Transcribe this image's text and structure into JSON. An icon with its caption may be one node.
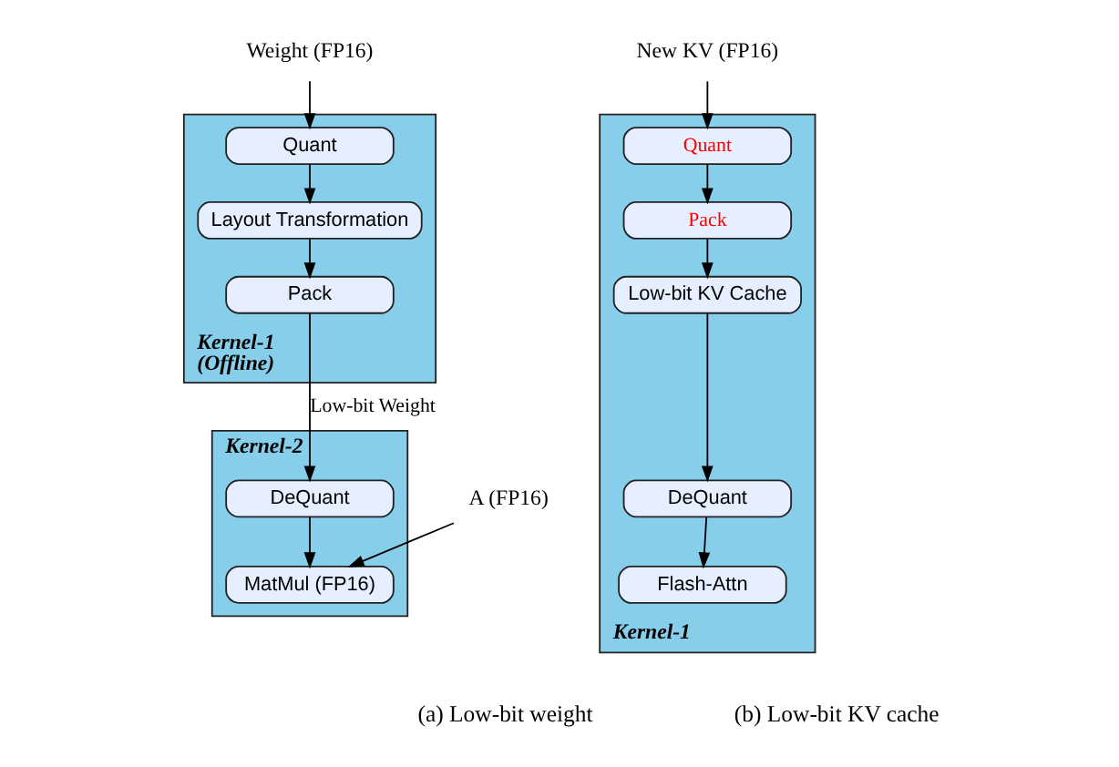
{
  "diagram": {
    "nodes": [
      {
        "text": [
          "Weight (FP16)"
        ]
      },
      {
        "text": [
          "Kernel-1 (Offline)"
        ]
      },
      {
        "text": [
          "Quant"
        ],
        "in": 1
      },
      {
        "text": [
          "Layout Transformation"
        ],
        "in": 1
      },
      {
        "text": [
          "Pack"
        ],
        "in": 1
      },
      {
        "text": [
          "Kernel-2"
        ]
      },
      {
        "text": [
          "DeQuant"
        ],
        "in": 5
      },
      {
        "text": [
          "MatMul (FP16)"
        ],
        "in": 5
      },
      {
        "text": [
          "A (FP16)"
        ]
      },
      {
        "text": [
          "New KV (FP16)"
        ]
      },
      {
        "text": [
          "Kernel-1"
        ]
      },
      {
        "text": [
          "Quant"
        ],
        "in": 10
      },
      {
        "text": [
          "Pack"
        ],
        "in": 10
      },
      {
        "text": [
          "Low-bit KV Cache"
        ],
        "in": 10
      },
      {
        "text": [
          "DeQuant"
        ],
        "in": 10
      },
      {
        "text": [
          "Flash-Attn"
        ],
        "in": 10
      }
    ],
    "edges": [
      {
        "from": 0,
        "to": 2,
        "arrow": "to"
      },
      {
        "from": 2,
        "to": 3,
        "arrow": "to"
      },
      {
        "from": 3,
        "to": 4,
        "arrow": "to"
      },
      {
        "from": 4,
        "to": 6,
        "arrow": "to",
        "label": "Low-bit Weight"
      },
      {
        "from": 6,
        "to": 7,
        "arrow": "to"
      },
      {
        "from": 8,
        "to": 7,
        "arrow": "to"
      },
      {
        "from": 9,
        "to": 11,
        "arrow": "to"
      },
      {
        "from": 11,
        "to": 12,
        "arrow": "to"
      },
      {
        "from": 12,
        "to": 13,
        "arrow": "to"
      },
      {
        "from": 13,
        "to": 14,
        "arrow": "to"
      },
      {
        "from": 14,
        "to": 15,
        "arrow": "to"
      }
    ],
    "labels": [
      "(a) Low-bit weight",
      "(b) Low-bit KV cache"
    ]
  }
}
